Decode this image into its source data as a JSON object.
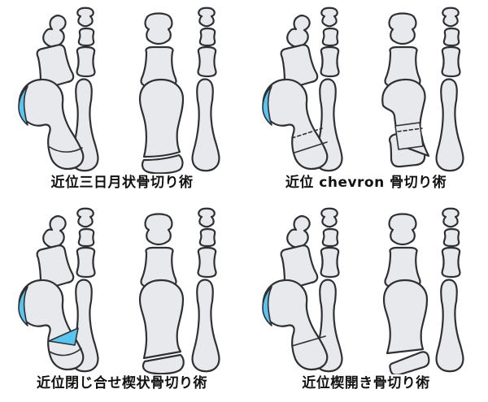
{
  "figure": {
    "colors": {
      "background": "#ffffff",
      "bone": "#e8e9ec",
      "outline": "#2e3033",
      "highlight": "#5ac5ee",
      "caption_text": "#111111"
    },
    "panels": [
      {
        "id": "proximal-crescentic-osteotomy",
        "caption": "近位三日月状骨切り術"
      },
      {
        "id": "proximal-chevron-osteotomy",
        "caption": "近位 chevron 骨切り術"
      },
      {
        "id": "proximal-closing-wedge-osteotomy",
        "caption": "近位閉じ合せ楔状骨切り術"
      },
      {
        "id": "proximal-opening-wedge-osteotomy",
        "caption": "近位楔開き骨切り術"
      }
    ]
  }
}
